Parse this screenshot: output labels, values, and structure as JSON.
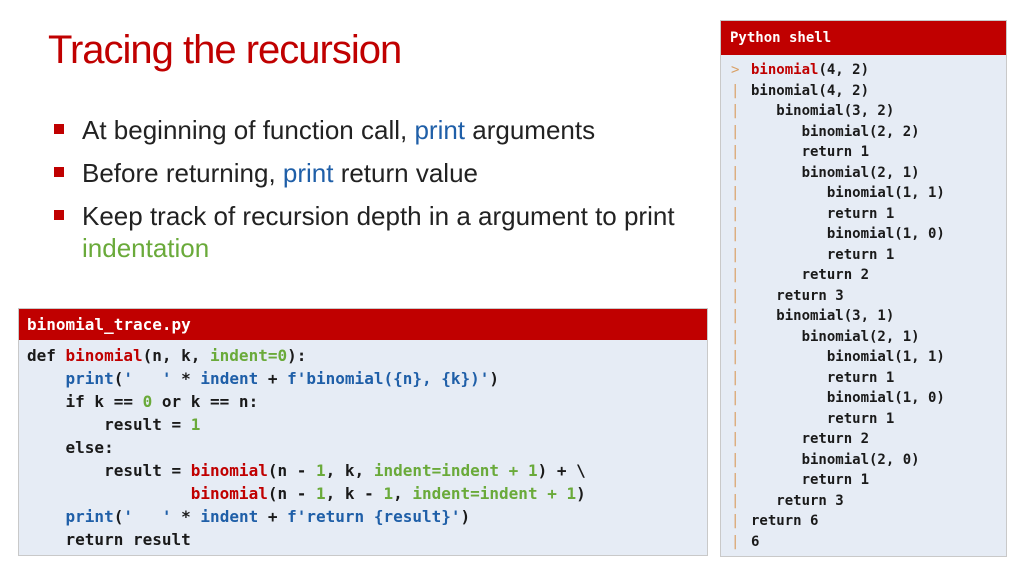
{
  "title": "Tracing the recursion",
  "bullets": [
    {
      "before": "At beginning of function call, ",
      "highlight": "print",
      "after": " arguments"
    },
    {
      "before": "Before returning, ",
      "highlight": "print",
      "after": " return value"
    },
    {
      "before": "Keep track of recursion depth in a argument to print ",
      "highlight": "indentation",
      "after": ""
    }
  ],
  "code_panel": {
    "filename": "binomial_trace.py",
    "lines": [
      "def binomial(n, k, indent=0):",
      "    print('   ' * indent + f'binomial({n}, {k})')",
      "    if k == 0 or k == n:",
      "        result = 1",
      "    else:",
      "        result = binomial(n - 1, k, indent=indent + 1) + \\",
      "                 binomial(n - 1, k - 1, indent=indent + 1)",
      "    print('   ' * indent + f'return {result}')",
      "    return result"
    ]
  },
  "shell": {
    "title": "Python shell",
    "prompt": ">",
    "continuation": "|",
    "command": "binomial(4, 2)",
    "output": [
      "binomial(4, 2)",
      "   binomial(3, 2)",
      "      binomial(2, 2)",
      "      return 1",
      "      binomial(2, 1)",
      "         binomial(1, 1)",
      "         return 1",
      "         binomial(1, 0)",
      "         return 1",
      "      return 2",
      "   return 3",
      "   binomial(3, 1)",
      "      binomial(2, 1)",
      "         binomial(1, 1)",
      "         return 1",
      "         binomial(1, 0)",
      "         return 1",
      "      return 2",
      "      binomial(2, 0)",
      "      return 1",
      "   return 3",
      "return 6",
      "6"
    ]
  },
  "colors": {
    "accent": "#c00000",
    "blue": "#1f5fa8",
    "green": "#6aaa3a",
    "panel_bg": "#e6ecf5"
  }
}
